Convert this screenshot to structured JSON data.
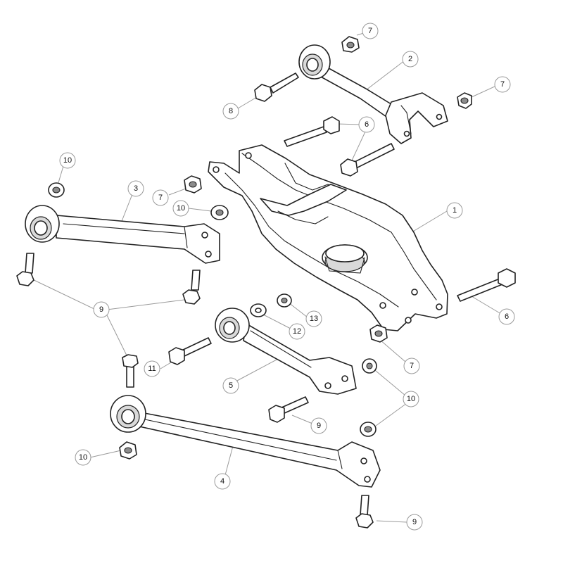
{
  "callouts": [
    {
      "id": "c7a",
      "label": "7"
    },
    {
      "id": "c2",
      "label": "2"
    },
    {
      "id": "c7b",
      "label": "7"
    },
    {
      "id": "c8",
      "label": "8"
    },
    {
      "id": "c6a",
      "label": "6"
    },
    {
      "id": "c10a",
      "label": "10"
    },
    {
      "id": "c3",
      "label": "3"
    },
    {
      "id": "c7c",
      "label": "7"
    },
    {
      "id": "c10b",
      "label": "10"
    },
    {
      "id": "c1",
      "label": "1"
    },
    {
      "id": "c9a",
      "label": "9"
    },
    {
      "id": "c6b",
      "label": "6"
    },
    {
      "id": "c13",
      "label": "13"
    },
    {
      "id": "c12",
      "label": "12"
    },
    {
      "id": "c11",
      "label": "11"
    },
    {
      "id": "c7d",
      "label": "7"
    },
    {
      "id": "c5",
      "label": "5"
    },
    {
      "id": "c10c",
      "label": "10"
    },
    {
      "id": "c9b",
      "label": "9"
    },
    {
      "id": "c10d",
      "label": "10"
    },
    {
      "id": "c4",
      "label": "4"
    },
    {
      "id": "c9c",
      "label": "9"
    }
  ]
}
